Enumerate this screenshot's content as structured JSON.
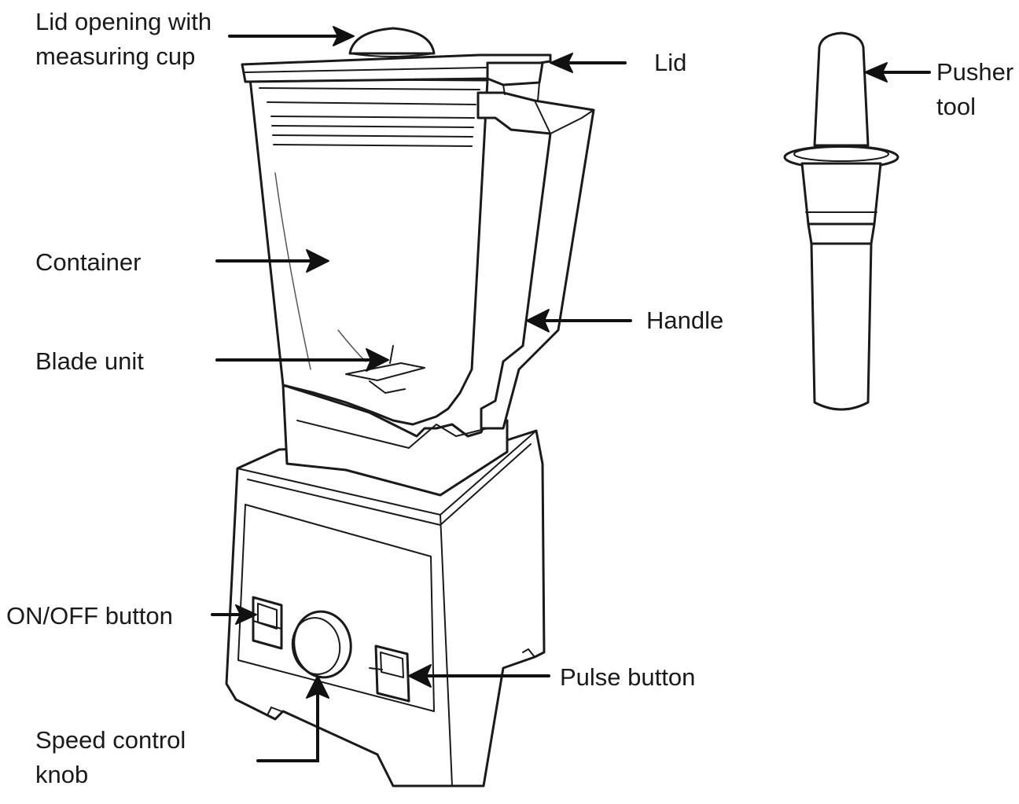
{
  "labels": {
    "lid_opening": [
      "Lid opening with",
      "measuring cup"
    ],
    "lid": "Lid",
    "pusher": [
      "Pusher",
      "tool"
    ],
    "container": "Container",
    "handle": "Handle",
    "blade": "Blade unit",
    "onoff": "ON/OFF button",
    "pulse": "Pulse button",
    "speed": [
      "Speed control",
      "knob"
    ]
  }
}
